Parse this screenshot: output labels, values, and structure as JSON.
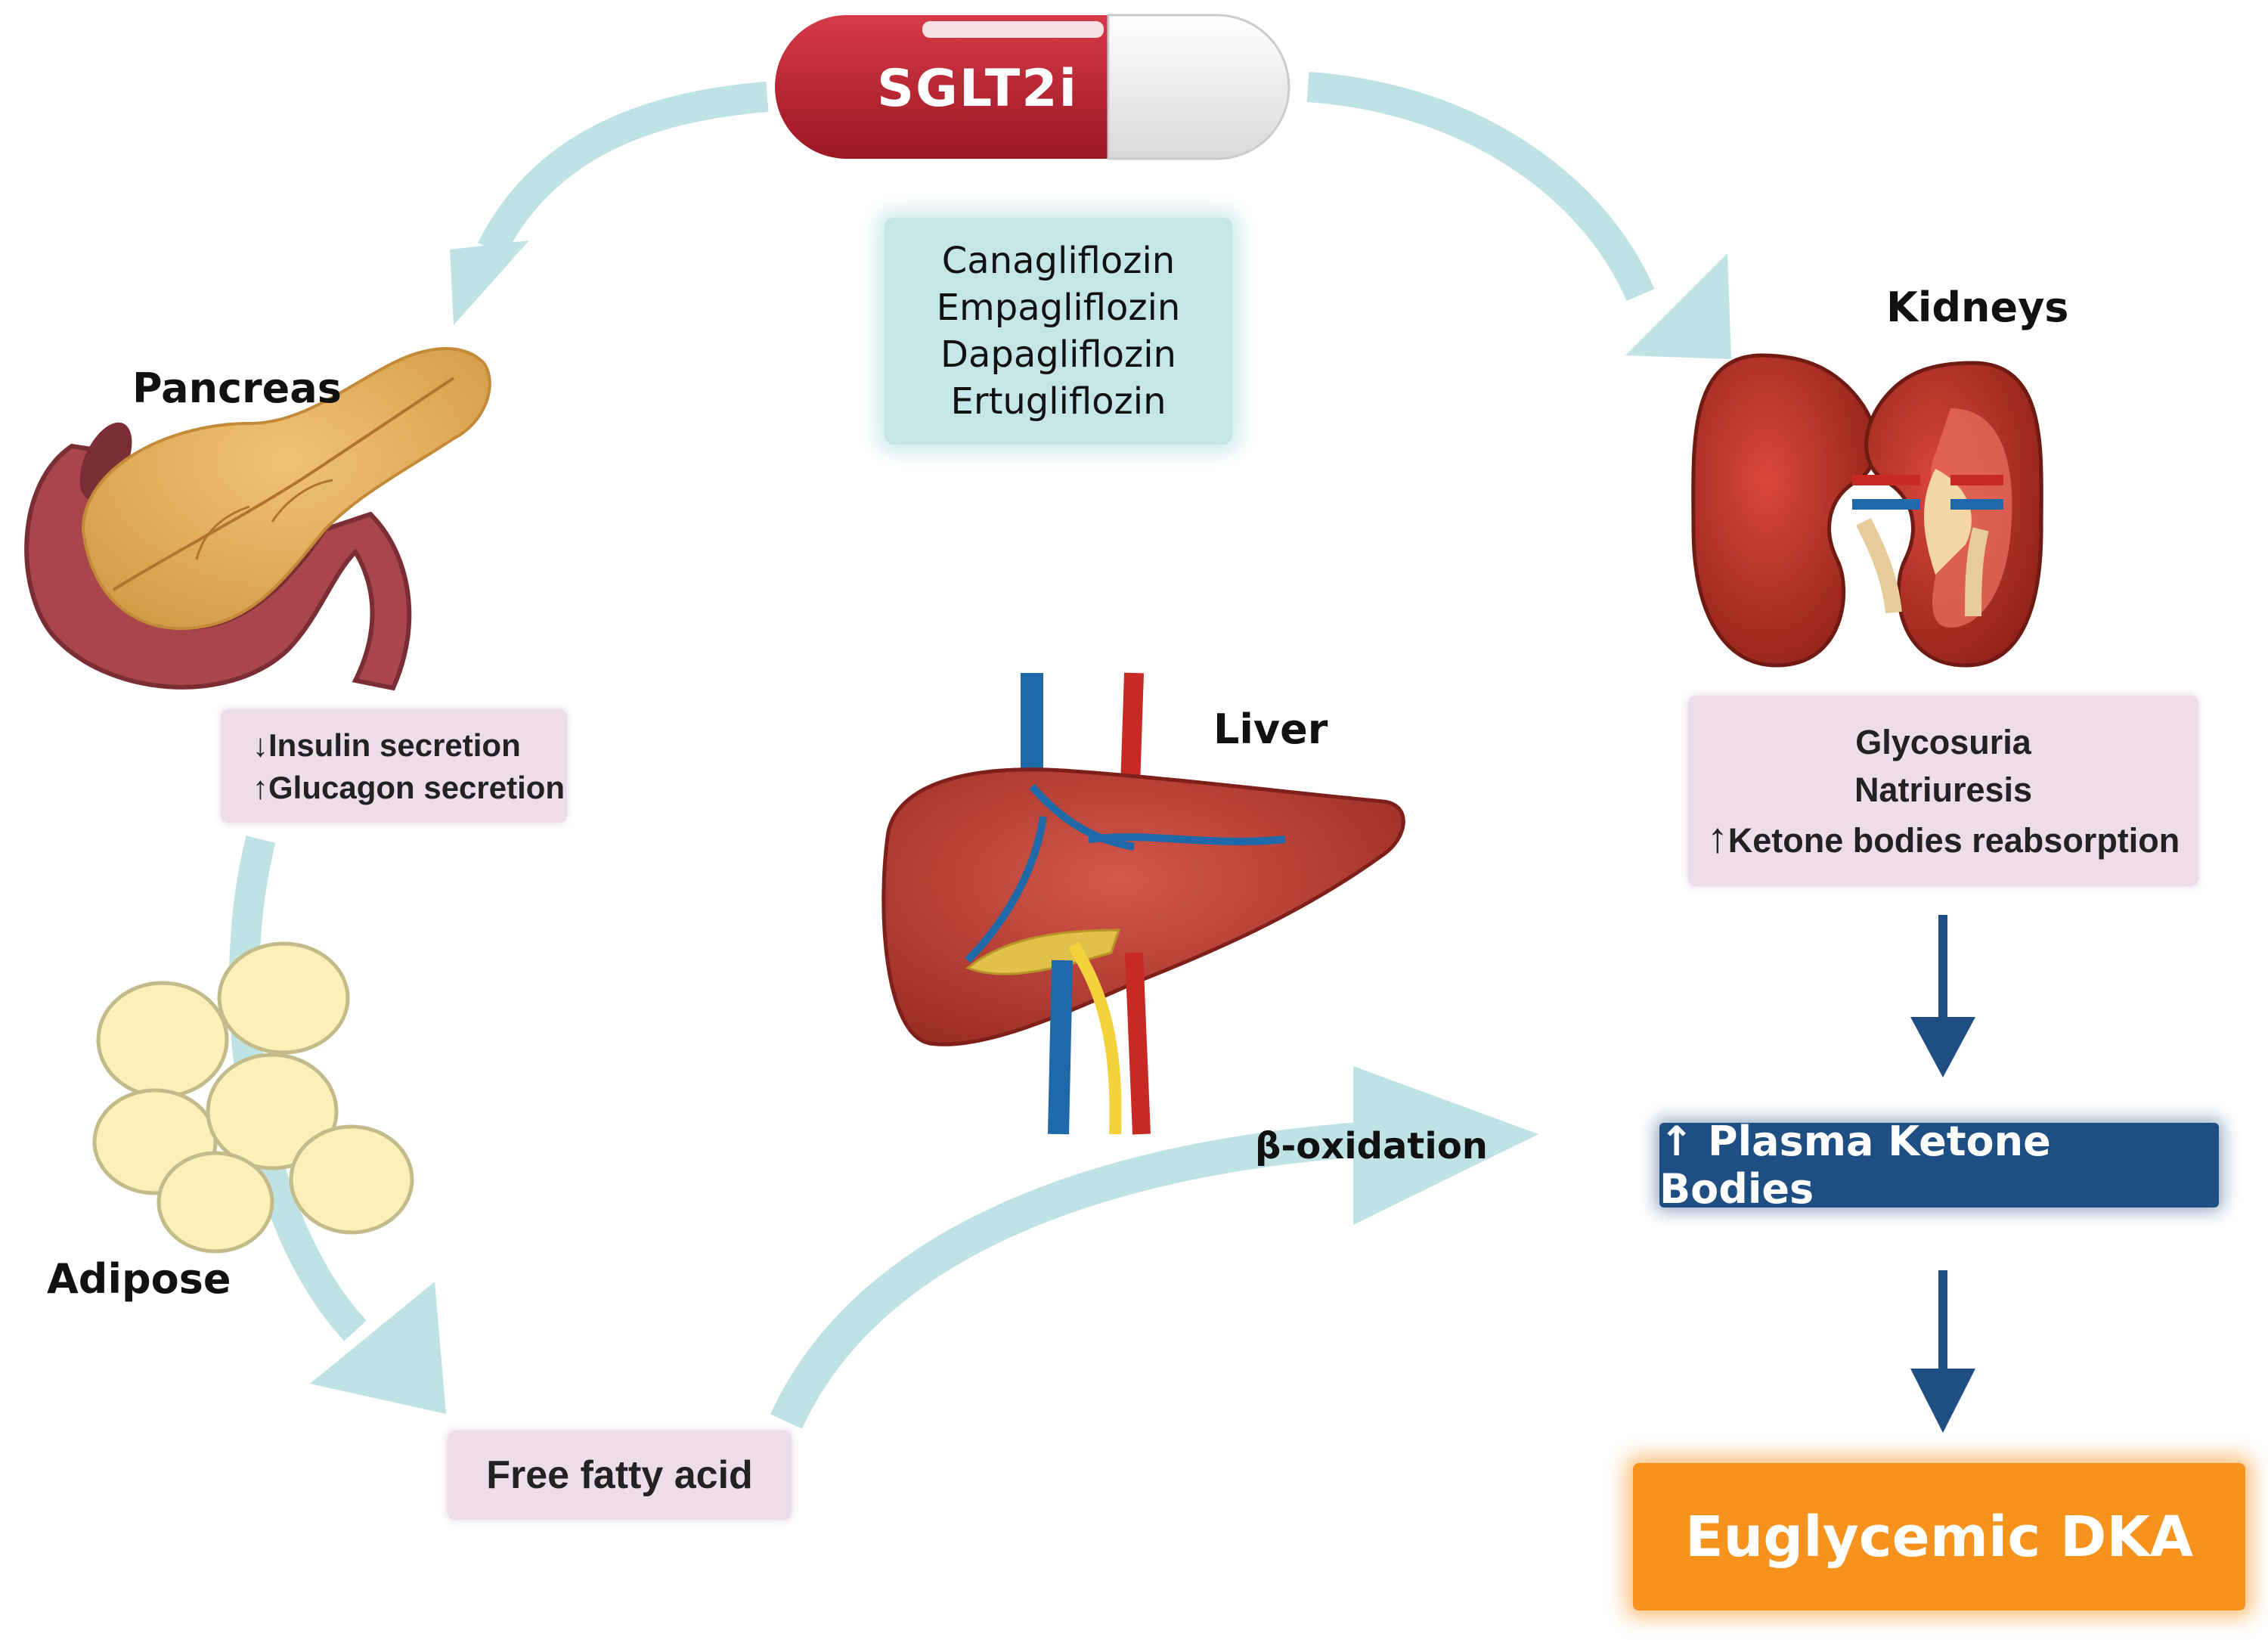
{
  "pill": {
    "label": "SGLT2i"
  },
  "drugs": [
    "Canagliflozin",
    "Empagliflozin",
    "Dapagliflozin",
    "Ertugliflozin"
  ],
  "pancreas": {
    "label": "Pancreas",
    "effects": [
      {
        "arrow": "↓",
        "text": "Insulin secretion"
      },
      {
        "arrow": "↑",
        "text": "Glucagon secretion"
      }
    ]
  },
  "kidneys": {
    "label": "Kidneys",
    "effects": [
      {
        "arrow": "",
        "text": "Glycosuria"
      },
      {
        "arrow": "",
        "text": "Natriuresis"
      },
      {
        "arrow": "↑",
        "text": "Ketone bodies reabsorption"
      }
    ]
  },
  "liver": {
    "label": "Liver"
  },
  "adipose": {
    "label": "Adipose"
  },
  "free_fatty_acid": {
    "label": "Free fatty acid"
  },
  "beta_oxidation": {
    "label": "β-oxidation"
  },
  "plasma_ketone": {
    "label": "↑ Plasma Ketone Bodies"
  },
  "outcome": {
    "label": "Euglycemic DKA"
  },
  "colors": {
    "flow_arrow": "#bfe3e4",
    "navy_arrow": "#1f4e82",
    "pink_box": "#ecdde9",
    "teal_box": "#c5e6e7",
    "ketone_box": "#1f4e82",
    "dka_box": "#f7921c",
    "pill_red": "#b3202e"
  }
}
